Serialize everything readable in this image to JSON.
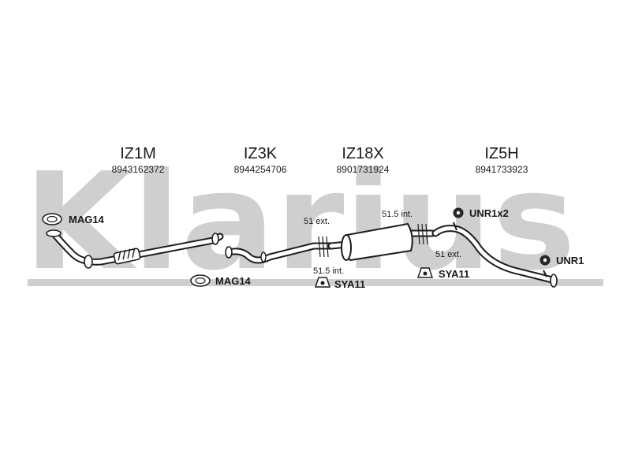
{
  "brand": {
    "watermark_text": "Klarius",
    "watermark_color": "#cfcfcf",
    "line_color": "#1c1c1c"
  },
  "parts": [
    {
      "code": "IZ1M",
      "number": "8943162372"
    },
    {
      "code": "IZ3K",
      "number": "8944254706"
    },
    {
      "code": "IZ18X",
      "number": "8901731924"
    },
    {
      "code": "IZ5H",
      "number": "8941733923"
    }
  ],
  "accessories": [
    {
      "label": "MAG14",
      "icon": "gasket-icon"
    },
    {
      "label": "MAG14",
      "icon": "gasket-icon"
    },
    {
      "label": "SYA11",
      "icon": "rubber-mount-icon"
    },
    {
      "label": "SYA11",
      "icon": "rubber-mount-icon"
    },
    {
      "label": "UNR1x2",
      "icon": "rubber-ring-icon"
    },
    {
      "label": "UNR1",
      "icon": "rubber-ring-icon"
    }
  ],
  "joint_notes": [
    "51 ext.",
    "51.5 int.",
    "51.5 int.",
    "51 ext."
  ]
}
